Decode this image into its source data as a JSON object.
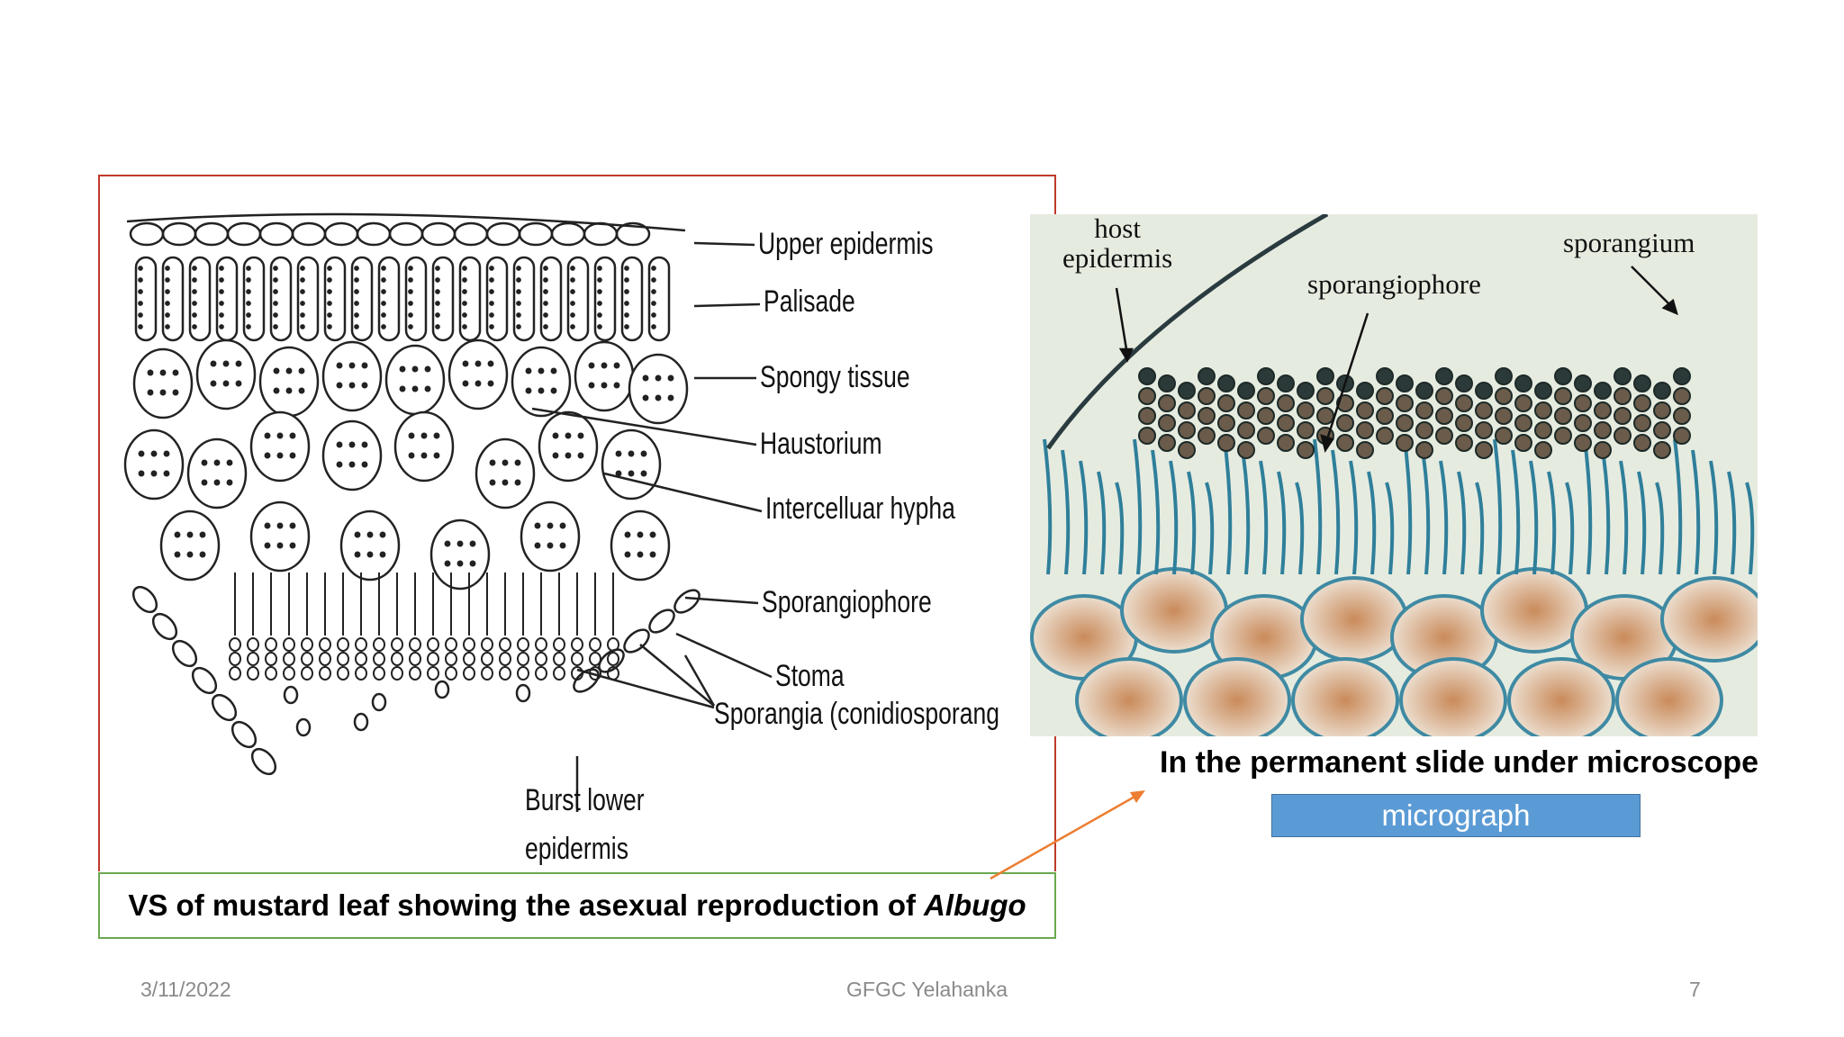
{
  "diagram": {
    "labels": {
      "upper_epidermis": "Upper epidermis",
      "palisade": "Palisade",
      "spongy_tissue": "Spongy tissue",
      "haustorium": "Haustorium",
      "intercellular_hypha": "Intercelluar hypha",
      "sporangiophore": "Sporangiophore",
      "stoma": "Stoma",
      "sporangia": "Sporangia (conidiosporang",
      "burst_lower_1": "Burst  lower",
      "burst_lower_2": "epidermis"
    }
  },
  "caption": {
    "text": "VS of mustard leaf showing the asexual reproduction of",
    "italic": "Albugo"
  },
  "micrograph": {
    "labels": {
      "host_1": "host",
      "host_2": "epidermis",
      "sporangiophore": "sporangiophore",
      "sporangium": "sporangium"
    }
  },
  "slide_caption": "In the permanent slide under microscope",
  "badge": {
    "label": "micrograph",
    "color": "#5b9bd5"
  },
  "colors": {
    "diagram_frame": "#c0392b",
    "caption_frame": "#6aa84f",
    "arrow": "#ed7d31"
  },
  "footer": {
    "date": "3/11/2022",
    "center": "GFGC Yelahanka",
    "page": "7"
  }
}
